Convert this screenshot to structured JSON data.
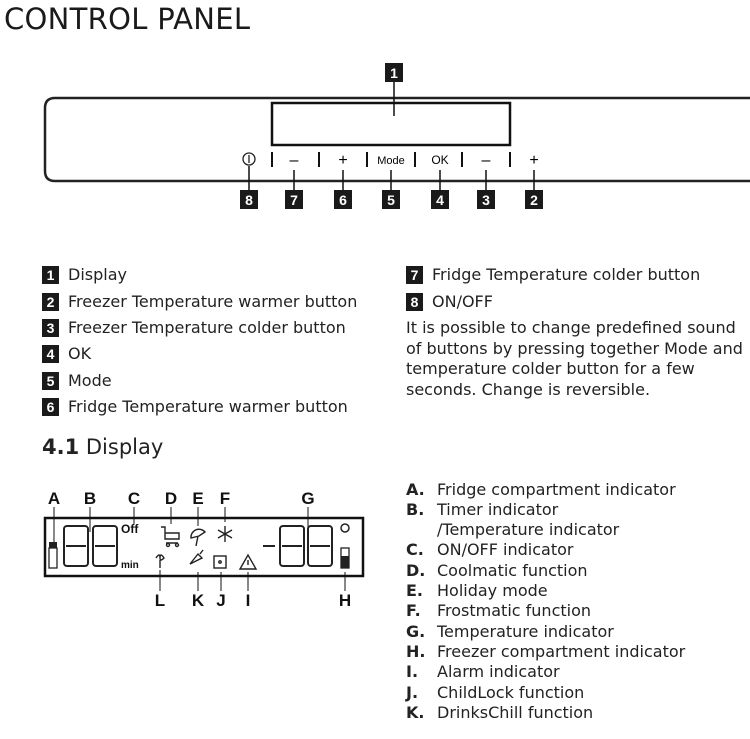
{
  "title": "CONTROL PANEL",
  "panel": {
    "display_badge": "1",
    "buttons": [
      {
        "badge": "8",
        "symbol": "power-icon"
      },
      {
        "badge": "7",
        "label": "–"
      },
      {
        "badge": "6",
        "label": "+"
      },
      {
        "badge": "5",
        "label": "Mode"
      },
      {
        "badge": "4",
        "label": "OK"
      },
      {
        "badge": "3",
        "label": "–"
      },
      {
        "badge": "2",
        "label": "+"
      }
    ]
  },
  "legend_left": [
    {
      "num": "1",
      "text": "Display"
    },
    {
      "num": "2",
      "text": "Freezer Temperature warmer button"
    },
    {
      "num": "3",
      "text": "Freezer Temperature colder button"
    },
    {
      "num": "4",
      "text": "OK"
    },
    {
      "num": "5",
      "text": "Mode"
    },
    {
      "num": "6",
      "text": "Fridge Temperature warmer button"
    }
  ],
  "legend_right": [
    {
      "num": "7",
      "text": "Fridge Temperature colder button"
    },
    {
      "num": "8",
      "text": "ON/OFF"
    }
  ],
  "note": "It is possible to change predefined sound of buttons by pressing together Mode and temperature colder button for a few seconds. Change is reversible.",
  "section": {
    "number": "4.1",
    "title": "Display"
  },
  "display": {
    "top_labels": [
      "A",
      "B",
      "C",
      "D",
      "E",
      "F",
      "G"
    ],
    "bottom_labels": [
      "L",
      "K",
      "J",
      "I",
      "H"
    ],
    "off_text": "Off",
    "min_text": "min"
  },
  "display_legend": [
    {
      "key": "A.",
      "text": "Fridge compartment indicator"
    },
    {
      "key": "B.",
      "text": "Timer indicator"
    },
    {
      "key": "",
      "text": "/Temperature indicator"
    },
    {
      "key": "C.",
      "text": "ON/OFF indicator"
    },
    {
      "key": "D.",
      "text": "Coolmatic function"
    },
    {
      "key": "E.",
      "text": "Holiday mode"
    },
    {
      "key": "F.",
      "text": "Frostmatic function"
    },
    {
      "key": "G.",
      "text": "Temperature indicator"
    },
    {
      "key": "H.",
      "text": "Freezer compartment indicator"
    },
    {
      "key": "I.",
      "text": "Alarm indicator"
    },
    {
      "key": "J.",
      "text": "ChildLock function"
    },
    {
      "key": "K.",
      "text": "DrinksChill function"
    }
  ]
}
